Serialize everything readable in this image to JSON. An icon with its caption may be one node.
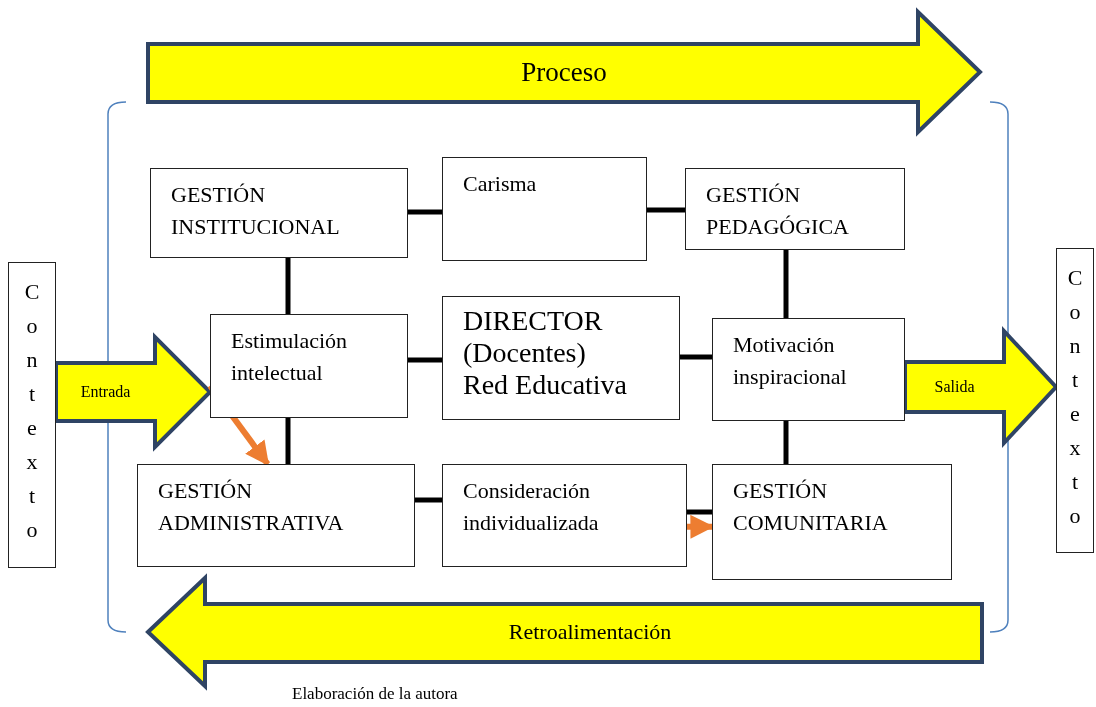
{
  "diagram": {
    "caption": "Elaboración de la autora",
    "nodes": [
      {
        "text": [
          "Contexto"
        ]
      },
      {
        "text": [
          "GESTIÓN INSTITUCIONAL"
        ]
      },
      {
        "text": [
          "Carisma"
        ]
      },
      {
        "text": [
          "GESTIÓN PEDAGÓGICA"
        ]
      },
      {
        "text": [
          "Estimulación intelectual"
        ]
      },
      {
        "text": [
          "DIRECTOR (Docentes) Red Educativa"
        ]
      },
      {
        "text": [
          "Motivación inspiracional"
        ]
      },
      {
        "text": [
          "GESTIÓN ADMINISTRATIVA"
        ]
      },
      {
        "text": [
          "Consideración individualizada"
        ]
      },
      {
        "text": [
          "GESTIÓN COMUNITARIA"
        ]
      },
      {
        "text": [
          "Contexto"
        ]
      },
      {
        "text": [
          "Proceso"
        ]
      },
      {
        "text": [
          "Retroalimentación"
        ]
      }
    ],
    "edges": [
      {
        "from": 0,
        "to": 4,
        "arrow": "to",
        "label": "Entrada",
        "style": "thick",
        "color": "#ffff00"
      },
      {
        "from": 6,
        "to": 10,
        "arrow": "to",
        "label": "Salida",
        "style": "thick",
        "color": "#ffff00"
      },
      {
        "from": 1,
        "to": 2,
        "arrow": "none"
      },
      {
        "from": 2,
        "to": 3,
        "arrow": "none"
      },
      {
        "from": 1,
        "to": 4,
        "arrow": "none"
      },
      {
        "from": 3,
        "to": 6,
        "arrow": "none"
      },
      {
        "from": 4,
        "to": 5,
        "arrow": "none"
      },
      {
        "from": 5,
        "to": 6,
        "arrow": "none"
      },
      {
        "from": 4,
        "to": 7,
        "arrow": "none"
      },
      {
        "from": 6,
        "to": 9,
        "arrow": "none"
      },
      {
        "from": 7,
        "to": 8,
        "arrow": "none"
      },
      {
        "from": 8,
        "to": 9,
        "arrow": "none"
      },
      {
        "from": 4,
        "to": 7,
        "arrow": "to",
        "color": "#ed7d31"
      },
      {
        "from": 8,
        "to": 9,
        "arrow": "to",
        "color": "#ed7d31"
      }
    ]
  }
}
